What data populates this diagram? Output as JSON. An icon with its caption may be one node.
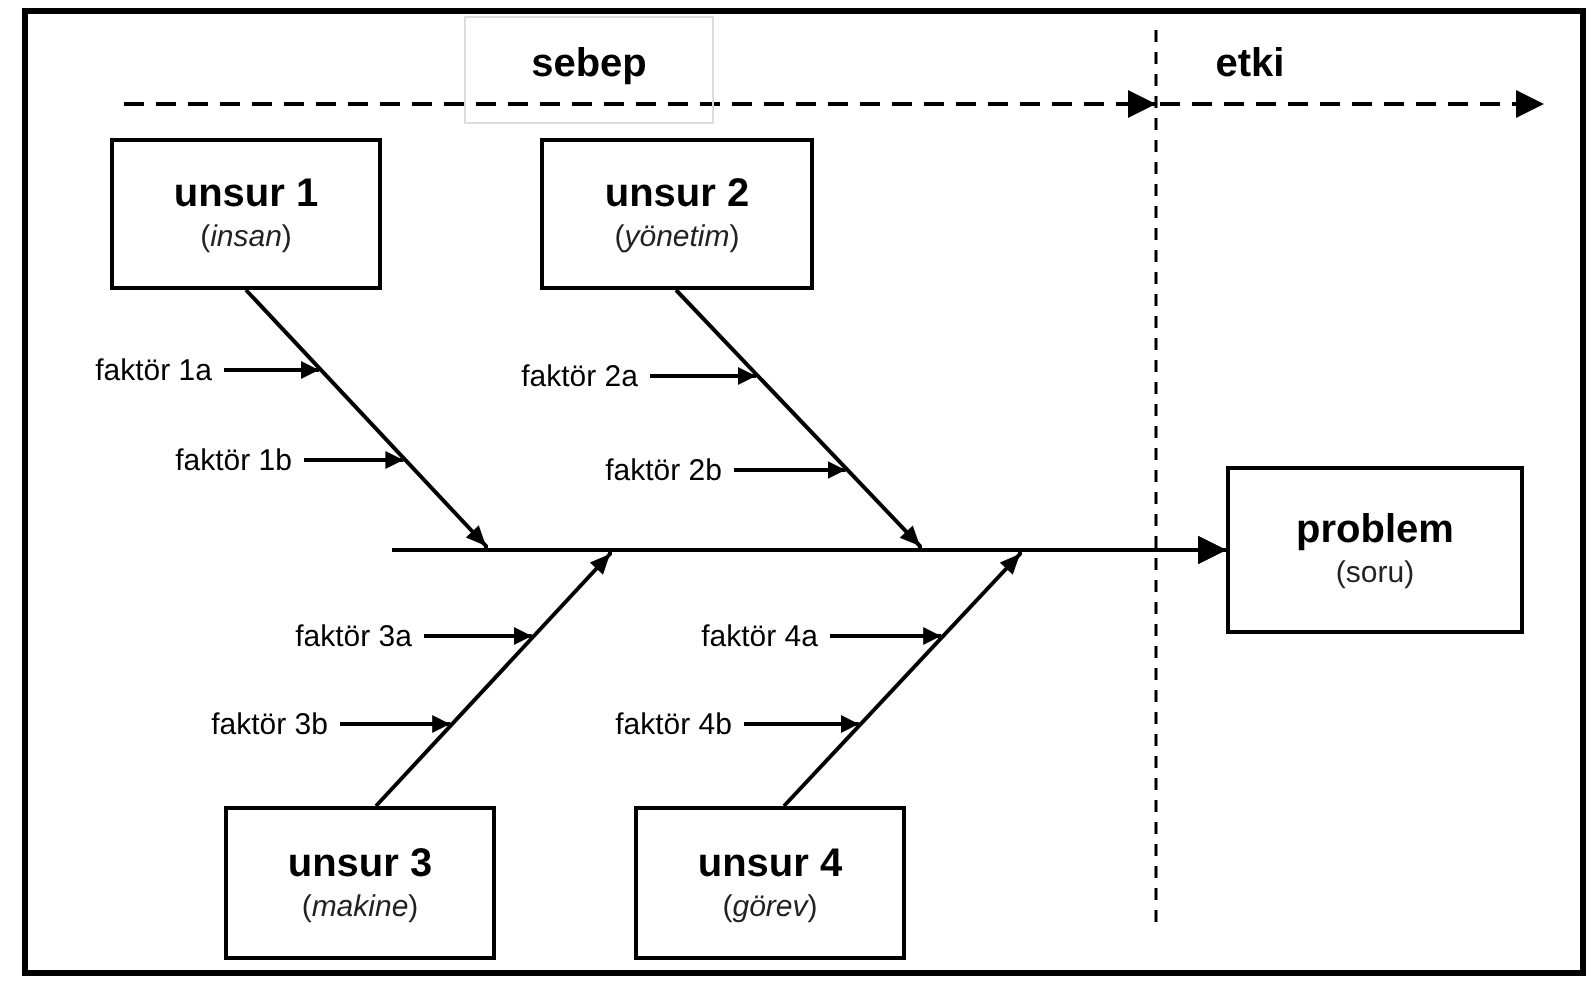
{
  "diagram": {
    "nodes": [
      {
        "text": [
          "unsur 1",
          "(*insan*)"
        ]
      },
      {
        "text": [
          "unsur 2",
          "(*yönetim*)"
        ]
      },
      {
        "text": [
          "faktör 1a"
        ]
      },
      {
        "text": [
          "faktör 2a"
        ]
      },
      {
        "text": [
          "faktör 1b"
        ]
      },
      {
        "text": [
          "faktör 2b"
        ]
      },
      {
        "text": [
          "problem",
          "(soru)"
        ]
      },
      {
        "text": [
          "faktör 3a"
        ]
      },
      {
        "text": [
          "faktör 4a"
        ]
      },
      {
        "text": [
          "faktör 3b"
        ]
      },
      {
        "text": [
          "faktör 4b"
        ]
      },
      {
        "text": [
          "unsur 3",
          "(*makine*)"
        ]
      },
      {
        "text": [
          "unsur 4",
          "(*görev*)"
        ]
      }
    ],
    "edges": [
      {
        "from": 0,
        "to": 6,
        "arrow": "to"
      },
      {
        "from": 1,
        "to": 6,
        "arrow": "to"
      },
      {
        "from": 11,
        "to": 6,
        "arrow": "to"
      },
      {
        "from": 12,
        "to": 6,
        "arrow": "to"
      },
      {
        "from": 2,
        "to": null,
        "arrow": "to"
      },
      {
        "from": 4,
        "to": null,
        "arrow": "to"
      },
      {
        "from": 3,
        "to": null,
        "arrow": "to"
      },
      {
        "from": 5,
        "to": null,
        "arrow": "to"
      },
      {
        "from": 7,
        "to": null,
        "arrow": "to"
      },
      {
        "from": 9,
        "to": null,
        "arrow": "to"
      },
      {
        "from": 8,
        "to": null,
        "arrow": "to"
      },
      {
        "from": 10,
        "to": null,
        "arrow": "to"
      }
    ],
    "labels": [
      "sebep",
      "etki"
    ]
  }
}
